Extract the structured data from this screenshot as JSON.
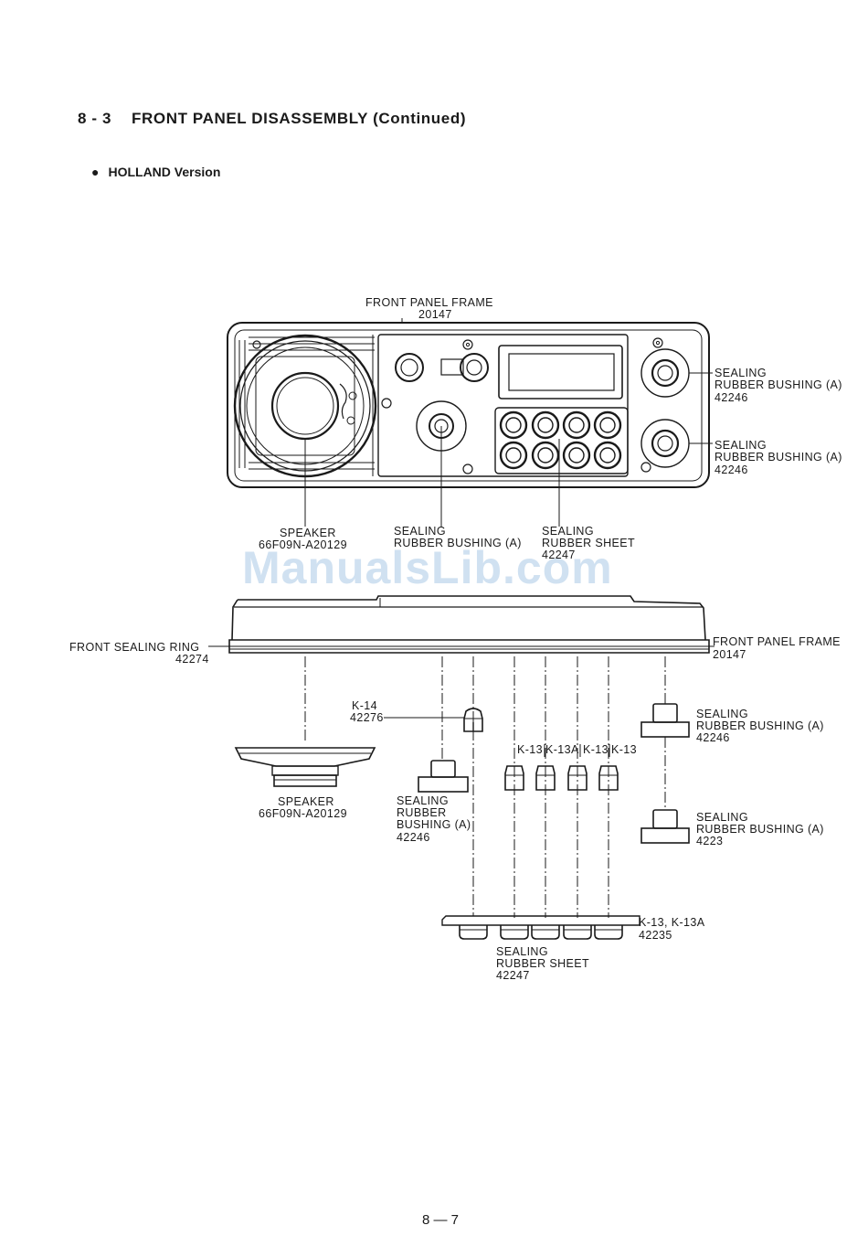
{
  "section": {
    "number": "8 - 3",
    "title": "FRONT PANEL DISASSEMBLY (Continued)"
  },
  "version": {
    "bullet": "●",
    "label": "HOLLAND Version"
  },
  "watermark": "ManualsLib.com",
  "page_number": "8 — 7",
  "labels": {
    "frame_top_1": "FRONT PANEL FRAME",
    "frame_top_2": "20147",
    "bush_r1_1": "SEALING",
    "bush_r1_2": "RUBBER BUSHING (A)",
    "bush_r1_3": "42246",
    "bush_r2_1": "SEALING",
    "bush_r2_2": "RUBBER BUSHING (A)",
    "bush_r2_3": "42246",
    "spk_top_1": "SPEAKER",
    "spk_top_2": "66F09N-A20129",
    "bush_c_1": "SEALING",
    "bush_c_2": "RUBBER BUSHING (A)",
    "sheet_top_1": "SEALING",
    "sheet_top_2": "RUBBER SHEET",
    "sheet_top_3": "42247",
    "ring_1": "FRONT SEALING RING",
    "ring_2": "42274",
    "frame_side_1": "FRONT PANEL FRAME",
    "frame_side_2": "20147",
    "k14_1": "K-14",
    "k14_2": "42276",
    "k13_a": "K-13",
    "k13a": "K-13A",
    "k13_b": "K-13",
    "k13_c": "K-13",
    "bush_e1_1": "SEALING",
    "bush_e1_2": "RUBBER BUSHING (A)",
    "bush_e1_3": "42246",
    "bush_e2_1": "SEALING",
    "bush_e2_2": "RUBBER BUSHING (A)",
    "bush_e2_3": "4223",
    "spk_bot_1": "SPEAKER",
    "spk_bot_2": "66F09N-A20129",
    "bush_l_1": "SEALING",
    "bush_l_2": "RUBBER",
    "bush_l_3": "BUSHING (A)",
    "bush_l_4": "42246",
    "keys_1": "K-13, K-13A",
    "keys_2": "42235",
    "sheet_bot_1": "SEALING",
    "sheet_bot_2": "RUBBER SHEET",
    "sheet_bot_3": "42247"
  }
}
